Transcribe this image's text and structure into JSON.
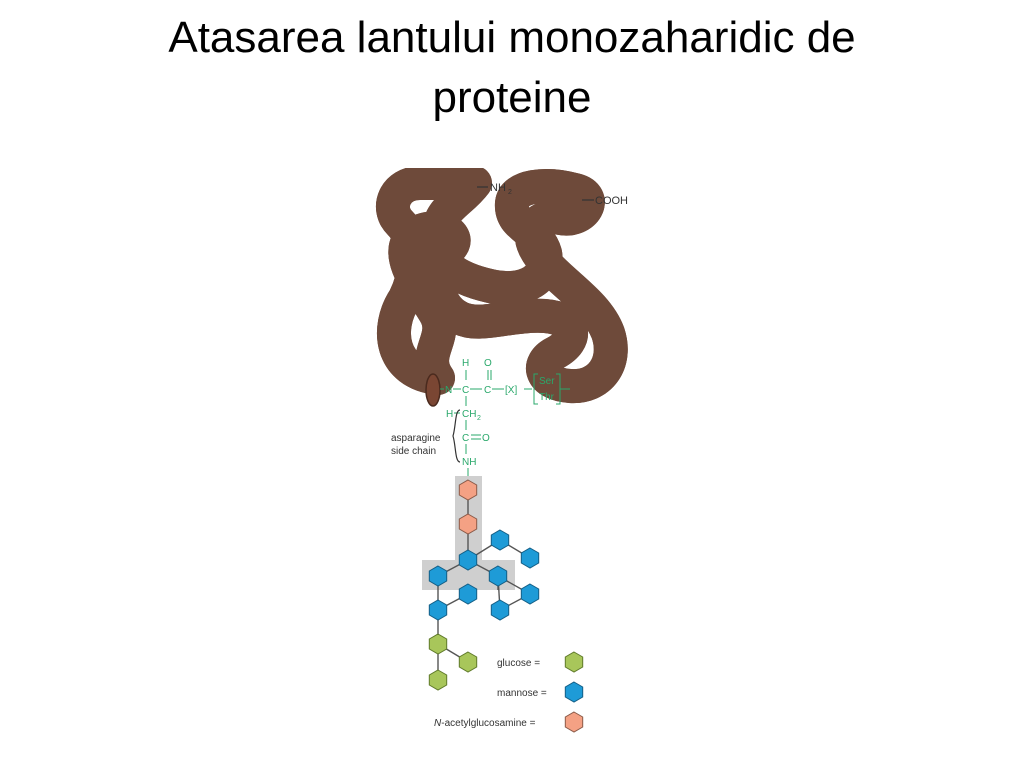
{
  "slide": {
    "title_line1": "Atasarea lantului monozaharidic de",
    "title_line2": "proteine"
  },
  "protein": {
    "n_terminus": "NH",
    "n_terminus_sub": "2",
    "c_terminus": "COOH",
    "color": "#c4907a",
    "outline": "#6e4a3a"
  },
  "chemistry": {
    "color": "#2aa86b",
    "h_top1": "H",
    "o_top": "O",
    "n": "N",
    "c1": "C",
    "c2": "C",
    "x": "[X]",
    "ser": "Ser",
    "thr": "Thr",
    "h_left": "H",
    "ch": "CH",
    "ch_sub": "2",
    "c3": "C",
    "eq_o": "O",
    "nh": "NH",
    "sidechain_label_1": "asparagine",
    "sidechain_label_2": "side chain"
  },
  "legend": {
    "glucose": "glucose =",
    "mannose": "mannose =",
    "nacetyl_italic": "N",
    "nacetyl_rest": "-acetylglucosamine =",
    "glucose_color": "#a8c65a",
    "mannose_color": "#1e9bd7",
    "nacetyl_color": "#f4a184"
  }
}
